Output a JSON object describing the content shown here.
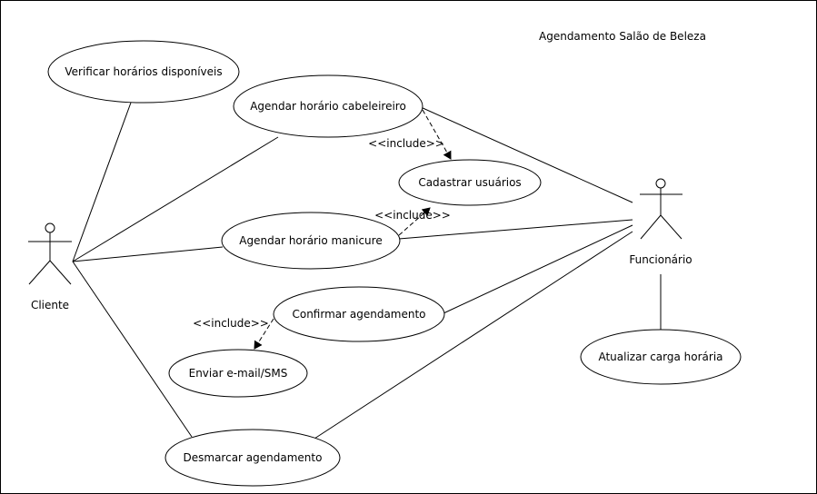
{
  "title": "Agendamento Salão de Beleza",
  "actors": {
    "cliente": "Cliente",
    "funcionario": "Funcionário"
  },
  "use_cases": {
    "verificar": "Verificar horários disponíveis",
    "agendar_cabeleireiro": "Agendar horário cabeleireiro",
    "cadastrar_usuarios": "Cadastrar usuários",
    "agendar_manicure": "Agendar horário manicure",
    "confirmar_agendamento": "Confirmar agendamento",
    "enviar_email": "Enviar e-mail/SMS",
    "desmarcar_agendamento": "Desmarcar agendamento",
    "atualizar_carga": "Atualizar carga horária"
  },
  "stereotypes": {
    "include_1": "<<include>>",
    "include_2": "<<include>>",
    "include_3": "<<include>>"
  }
}
